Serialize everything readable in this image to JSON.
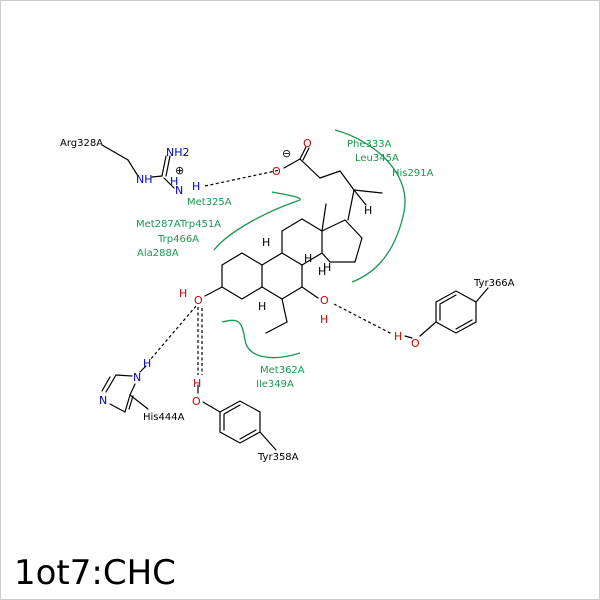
{
  "title": "1ot7:CHC",
  "colors": {
    "carbon": "#000000",
    "oxygen": "#cc0000",
    "nitrogen": "#0000cc",
    "residue": "#1a9850"
  },
  "residues": {
    "arg328": "Arg328A",
    "met325": "Met325A",
    "phe333": "Phe333A",
    "leu345": "Leu345A",
    "his291": "His291A",
    "met287": "Met287A",
    "trp451": "Trp451A",
    "trp466": "Trp466A",
    "ala288": "Ala288A",
    "tyr366": "Tyr366A",
    "met362": "Met362A",
    "ile349": "Ile349A",
    "his444": "His444A",
    "tyr358": "Tyr358A"
  },
  "atoms": {
    "nh2": "NH2",
    "nh": "NH",
    "n": "N",
    "h": "H",
    "o": "O",
    "charge_plus": "⊕",
    "charge_minus": "⊖"
  }
}
